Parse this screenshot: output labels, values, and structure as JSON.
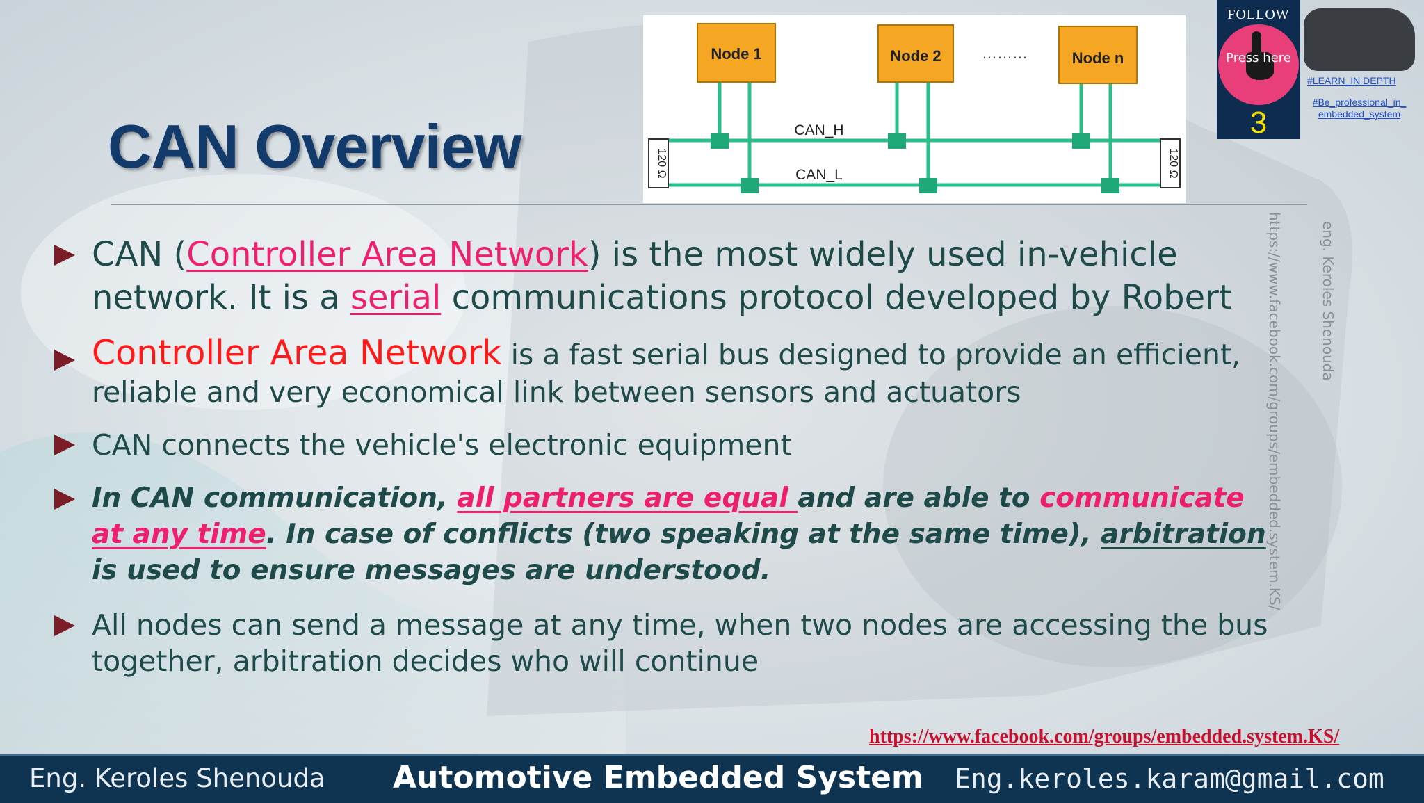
{
  "slide": {
    "title": "CAN Overview",
    "slide_number": "3"
  },
  "diagram": {
    "nodes": [
      "Node 1",
      "Node 2",
      "Node n"
    ],
    "ellipsis": "………",
    "can_h": "CAN_H",
    "can_l": "CAN_L",
    "resistor_left": "120 Ω",
    "resistor_right": "120 Ω"
  },
  "bullets": {
    "b1": {
      "t1": "CAN (",
      "t2": "Controller Area Network",
      "t3": ") is the most widely used in-vehicle network. It is a ",
      "t4": "serial",
      "t5": " communications protocol developed by Robert"
    },
    "b2": {
      "t1": "Controller Area Network",
      "t2": " is a fast serial bus designed to provide an efficient, reliable and very economical link between sensors and actuators"
    },
    "b3": "CAN connects the vehicle's electronic equipment",
    "b4": {
      "t1": "In CAN communication, ",
      "t2": "all partners are equal ",
      "t3": "and are able to ",
      "t4": "communicate",
      "t5": " ",
      "t6": "at any time",
      "t7": ". In case of conflicts (two speaking at the same time), ",
      "t8": "arbitration",
      "t9": " is used to ensure messages are understood."
    },
    "b5": "All nodes can send a message at any time, when two nodes are accessing the bus together, arbitration decides who will continue"
  },
  "watermark": {
    "url": "https://www.facebook.com/groups/embedded.system.KS/",
    "author": "eng. Keroles Shenouda"
  },
  "follow_badge": {
    "label": "FOLLOW US",
    "press": "Press here",
    "tag1": "#LEARN_IN DEPTH",
    "tag2": "#Be_professional_in_ embedded_system"
  },
  "facebook_link": "https://www.facebook.com/groups/embedded.system.KS/",
  "footer": {
    "left": "Eng. Keroles Shenouda",
    "center": "Automotive Embedded System",
    "right": "Eng.keroles.karam@gmail.com"
  },
  "colors": {
    "title": "#123a6b",
    "body": "#1f4a4a",
    "accent_pink": "#ee1f6e",
    "accent_red": "#ff1a1a",
    "bullet_arrow": "#7a1d27",
    "footer_bg": "#0f3452",
    "node_fill": "#f5a623",
    "bus_green": "#2bbf8a"
  }
}
